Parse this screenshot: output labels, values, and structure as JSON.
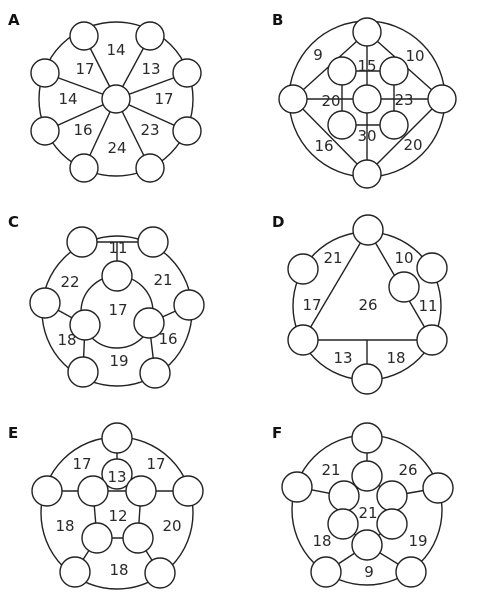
{
  "puzzles": {
    "a": {
      "label": "A",
      "numbers": [
        "14",
        "13",
        "17",
        "17",
        "14",
        "16",
        "23",
        "24"
      ]
    },
    "b": {
      "label": "B",
      "numbers": [
        "9",
        "10",
        "15",
        "20",
        "23",
        "16",
        "30",
        "20"
      ]
    },
    "c": {
      "label": "C",
      "numbers": [
        "11",
        "22",
        "21",
        "17",
        "18",
        "16",
        "19"
      ]
    },
    "d": {
      "label": "D",
      "numbers": [
        "21",
        "10",
        "17",
        "26",
        "11",
        "13",
        "18"
      ]
    },
    "e": {
      "label": "E",
      "numbers": [
        "17",
        "13",
        "17",
        "18",
        "12",
        "20",
        "18"
      ]
    },
    "f": {
      "label": "F",
      "numbers": [
        "21",
        "26",
        "21",
        "18",
        "19",
        "9"
      ]
    }
  }
}
